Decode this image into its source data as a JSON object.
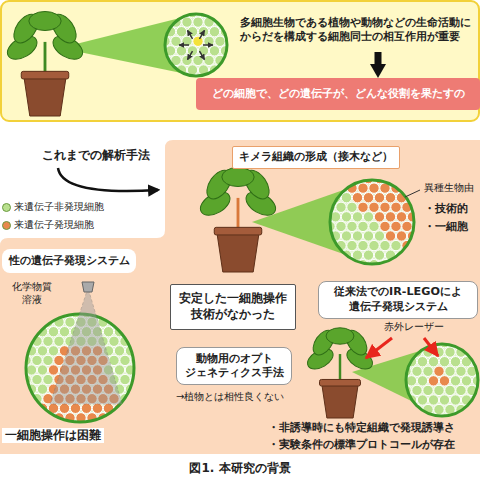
{
  "diagram": {
    "caption": "図1. 本研究の背景",
    "nodes": [
      {
        "text": [
          "多細胞生物である植物や動物などの生命活動に からだを構成する細胞同士の相互作用が重要"
        ]
      },
      {
        "text": [
          "どの細胞で、どの遺伝子が、どんな役割を果たすの"
        ]
      },
      {
        "text": [
          "キメラ組織の形成（接木など）"
        ]
      },
      {
        "text": [
          "性の遺伝子発現システム"
        ]
      },
      {
        "text": [
          "安定した一細胞操作 技術がなかった"
        ]
      },
      {
        "text": [
          "動物用のオプト ジェネティクス手法"
        ]
      },
      {
        "text": [
          "従来法でのIR-LEGOによ 遺伝子発現システム"
        ]
      }
    ],
    "edges": [
      {
        "from": 0,
        "to": 1,
        "arrow": "to"
      }
    ],
    "labels": [
      "これまでの解析手法",
      "異種生物由",
      "・技術的",
      "・一細胞",
      "化学物質",
      "溶液",
      "一細胞操作は困難",
      "→植物とは相性良くない",
      "赤外レーザー",
      "・非誘導時にも特定組織で発現誘導さ",
      "・実験条件の標準プロトコールが存在"
    ],
    "legend": [
      {
        "text": "来遺伝子非発現細胞",
        "color": "#b9e08e"
      },
      {
        "text": "来遺伝子発現細胞",
        "color": "#e8894c"
      }
    ]
  }
}
